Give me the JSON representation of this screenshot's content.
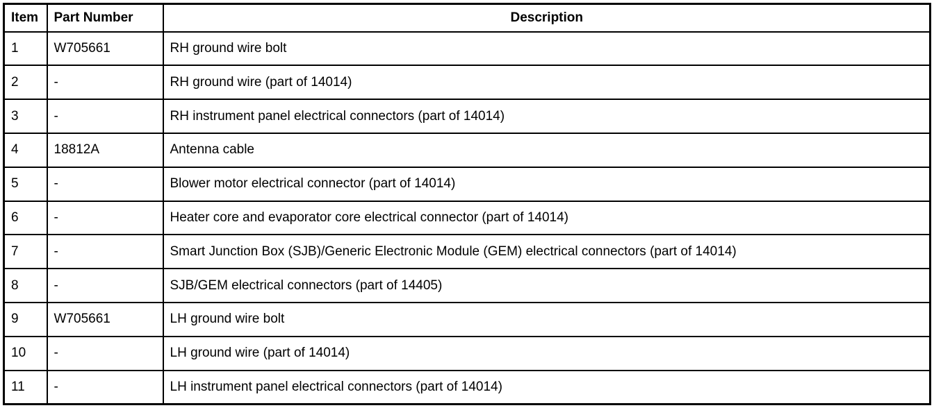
{
  "table": {
    "columns": [
      {
        "key": "item",
        "label": "Item"
      },
      {
        "key": "part_number",
        "label": "Part Number"
      },
      {
        "key": "description",
        "label": "Description"
      }
    ],
    "rows": [
      {
        "item": "1",
        "part_number": "W705661",
        "description": "RH ground wire bolt"
      },
      {
        "item": "2",
        "part_number": "-",
        "description": "RH ground wire (part of 14014)"
      },
      {
        "item": "3",
        "part_number": "-",
        "description": "RH instrument panel electrical connectors (part of 14014)"
      },
      {
        "item": "4",
        "part_number": "18812A",
        "description": "Antenna cable"
      },
      {
        "item": "5",
        "part_number": "-",
        "description": "Blower motor electrical connector (part of 14014)"
      },
      {
        "item": "6",
        "part_number": "-",
        "description": "Heater core and evaporator core electrical connector (part of 14014)"
      },
      {
        "item": "7",
        "part_number": "-",
        "description": "Smart Junction Box (SJB)/Generic Electronic Module (GEM) electrical connectors (part of 14014)"
      },
      {
        "item": "8",
        "part_number": "-",
        "description": "SJB/GEM electrical connectors (part of 14405)"
      },
      {
        "item": "9",
        "part_number": "W705661",
        "description": "LH ground wire bolt"
      },
      {
        "item": "10",
        "part_number": "-",
        "description": "LH ground wire (part of 14014)"
      },
      {
        "item": "11",
        "part_number": "-",
        "description": "LH instrument panel electrical connectors (part of 14014)"
      }
    ]
  }
}
